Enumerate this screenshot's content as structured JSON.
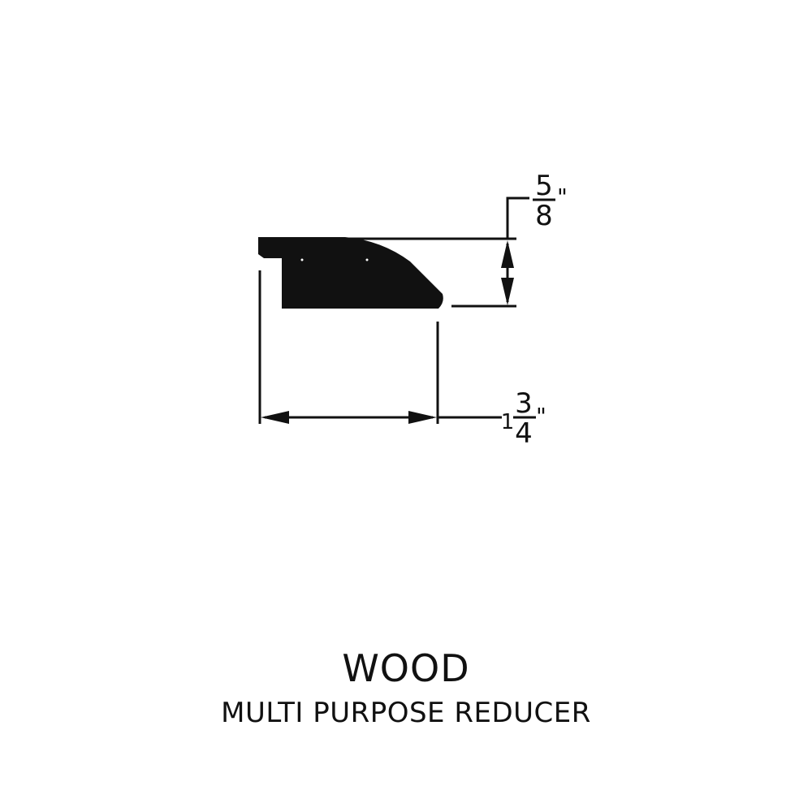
{
  "caption": {
    "title": "WOOD",
    "subtitle": "MULTI PURPOSE REDUCER"
  },
  "dimensions": {
    "height": {
      "numerator": "5",
      "denominator": "8",
      "unit": "\""
    },
    "width": {
      "whole": "1",
      "numerator": "3",
      "denominator": "4",
      "unit": "\""
    }
  },
  "colors": {
    "ink": "#111111",
    "background": "#ffffff"
  }
}
